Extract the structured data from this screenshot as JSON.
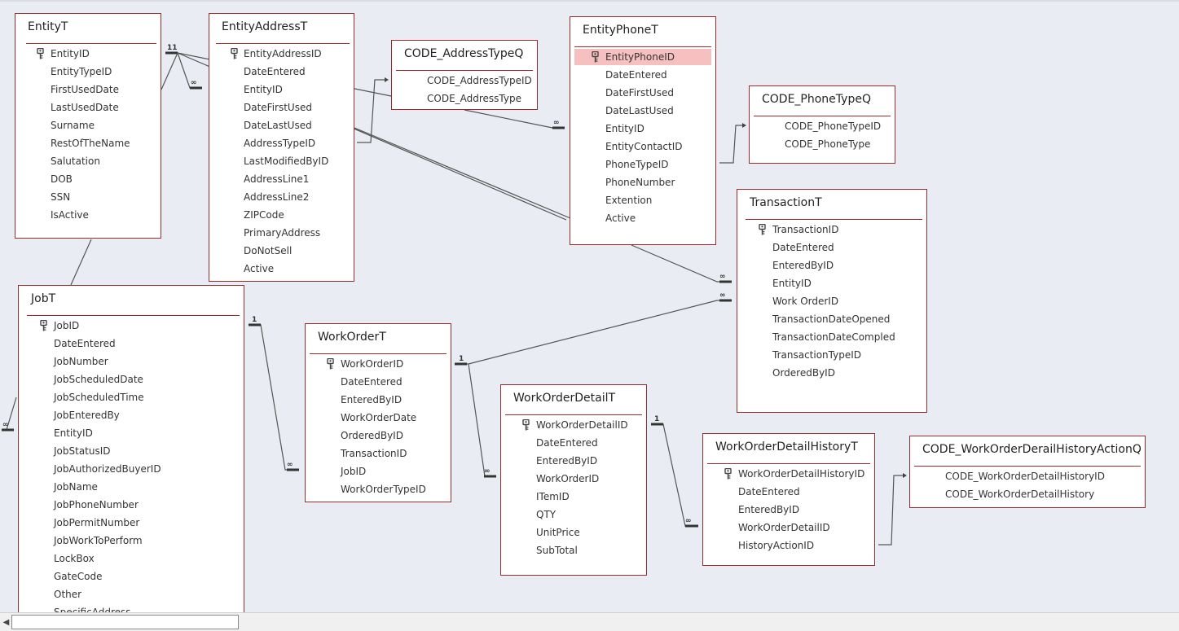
{
  "tables": [
    {
      "id": "entity",
      "title": "EntityT",
      "fields": [
        "EntityID",
        "EntityTypeID",
        "FirstUsedDate",
        "LastUsedDate",
        "Surname",
        "RestOfTheName",
        "Salutation",
        "DOB",
        "SSN",
        "IsActive"
      ],
      "keyIndex": 0
    },
    {
      "id": "entityaddress",
      "title": "EntityAddressT",
      "fields": [
        "EntityAddressID",
        "DateEntered",
        "EntityID",
        "DateFirstUsed",
        "DateLastUsed",
        "AddressTypeID",
        "LastModifiedByID",
        "AddressLine1",
        "AddressLine2",
        "ZIPCode",
        "PrimaryAddress",
        "DoNotSell",
        "Active"
      ],
      "keyIndex": 0
    },
    {
      "id": "codeaddresstype",
      "title": "CODE_AddressTypeQ",
      "fields": [
        "CODE_AddressTypeID",
        "CODE_AddressType"
      ],
      "keyIndex": -1
    },
    {
      "id": "entityphone",
      "title": "EntityPhoneT",
      "fields": [
        "EntityPhoneID",
        "DateEntered",
        "DateFirstUsed",
        "DateLastUsed",
        "EntityID",
        "EntityContactID",
        "PhoneTypeID",
        "PhoneNumber",
        "Extention",
        "Active"
      ],
      "keyIndex": 0,
      "selectedIndex": 0
    },
    {
      "id": "codephonetype",
      "title": "CODE_PhoneTypeQ",
      "fields": [
        "CODE_PhoneTypeID",
        "CODE_PhoneType"
      ],
      "keyIndex": -1
    },
    {
      "id": "transaction",
      "title": "TransactionT",
      "fields": [
        "TransactionID",
        "DateEntered",
        "EnteredByID",
        "EntityID",
        "Work OrderID",
        "TransactionDateOpened",
        "TransactionDateCompled",
        "TransactionTypeID",
        "OrderedByID"
      ],
      "keyIndex": 0
    },
    {
      "id": "job",
      "title": "JobT",
      "fields": [
        "JobID",
        "DateEntered",
        "JobNumber",
        "JobScheduledDate",
        "JobScheduledTime",
        "JobEnteredBy",
        "EntityID",
        "JobStatusID",
        "JobAuthorizedBuyerID",
        "JobName",
        "JobPhoneNumber",
        "JobPermitNumber",
        "JobWorkToPerform",
        "LockBox",
        "GateCode",
        "Other",
        "SpecificAddress"
      ],
      "keyIndex": 0
    },
    {
      "id": "workorder",
      "title": "WorkOrderT",
      "fields": [
        "WorkOrderID",
        "DateEntered",
        "EnteredByID",
        "WorkOrderDate",
        "OrderedByID",
        "TransactionID",
        "JobID",
        "WorkOrderTypeID"
      ],
      "keyIndex": 0
    },
    {
      "id": "workorderdetail",
      "title": "WorkOrderDetailT",
      "fields": [
        "WorkOrderDetailID",
        "DateEntered",
        "EnteredByID",
        "WorkOrderID",
        "ITemID",
        "QTY",
        "UnitPrice",
        "SubTotal"
      ],
      "keyIndex": 0
    },
    {
      "id": "wodhistory",
      "title": "WorkOrderDetailHistoryT",
      "fields": [
        "WorkOrderDetailHistoryID",
        "DateEntered",
        "EnteredByID",
        "WorkOrderDetailID",
        "HistoryActionID"
      ],
      "keyIndex": 0
    },
    {
      "id": "codewodhistory",
      "title": "CODE_WorkOrderDerailHistoryActionQ",
      "fields": [
        "CODE_WorkOrderDetailHistoryID",
        "CODE_WorkOrderDetailHistory"
      ],
      "keyIndex": -1
    }
  ],
  "cardinality": {
    "one": "1",
    "many": "∞",
    "entity_one": "11"
  },
  "colors": {
    "border": "#9b2b2b",
    "selected": "#f7c0c0",
    "line": "#555555",
    "background": "#e9ecf2"
  },
  "icons": {
    "primary_key": "key-icon",
    "scroll_left": "arrow-left-icon"
  },
  "scrollbar": {
    "left_arrow": "◀"
  }
}
